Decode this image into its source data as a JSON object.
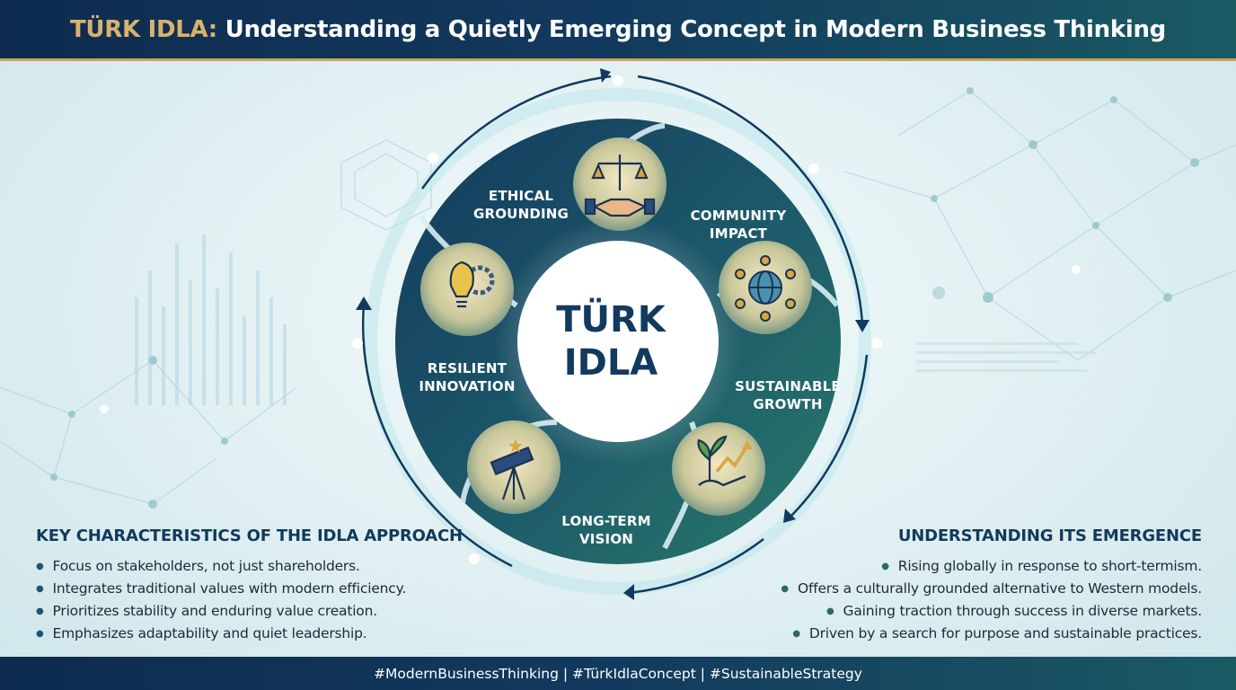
{
  "header": {
    "title_accent": "TÜRK IDLA:",
    "title_rest": " Understanding a Quietly Emerging Concept in Modern Business Thinking"
  },
  "center": {
    "title": "TÜRK\nIDLA"
  },
  "segments": [
    {
      "label": "ETHICAL\nGROUNDING",
      "icon": "scales-handshake-icon"
    },
    {
      "label": "COMMUNITY\nIMPACT",
      "icon": "globe-people-icon"
    },
    {
      "label": "SUSTAINABLE\nGROWTH",
      "icon": "plant-growth-arrow-icon"
    },
    {
      "label": "LONG-TERM\nVISION",
      "icon": "telescope-icon"
    },
    {
      "label": "RESILIENT\nINNOVATION",
      "icon": "lightbulb-gear-icon"
    }
  ],
  "left_panel": {
    "heading": "KEY CHARACTERISTICS OF THE IDLA APPROACH",
    "items": [
      "Focus on stakeholders, not just shareholders.",
      "Integrates traditional values with modern efficiency.",
      "Prioritizes stability and enduring value creation.",
      "Emphasizes adaptability and quiet leadership."
    ]
  },
  "right_panel": {
    "heading": "UNDERSTANDING ITS EMERGENCE",
    "items": [
      "Rising globally in response to short-termism.",
      "Offers a culturally grounded alternative to Western models.",
      "Gaining traction through success in diverse markets.",
      "Driven by a search for purpose and sustainable practices."
    ]
  },
  "footer": {
    "text": "#ModernBusinessThinking | #TürkIdlaConcept | #SustainableStrategy"
  },
  "colors": {
    "navy": "#123a5e",
    "teal": "#1d6a6a",
    "gold": "#d8b26a",
    "background": "#e3f1f3"
  }
}
